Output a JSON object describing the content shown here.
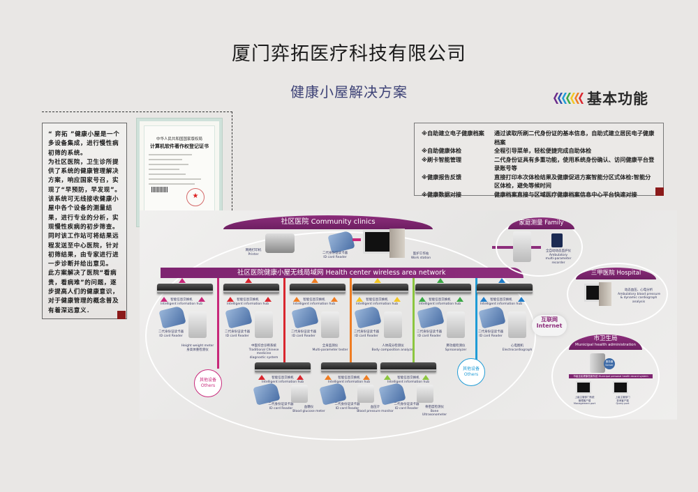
{
  "header": {
    "company": "厦门弈拓医疗科技有限公司",
    "subtitle": "健康小屋解决方案",
    "section_title": "基本功能",
    "chevron_colors": [
      "#6b2b8a",
      "#2a55b0",
      "#1e9bd6",
      "#3aa845",
      "#f3c623",
      "#ef7d22",
      "#d9262e"
    ]
  },
  "description": {
    "paragraphs": [
      "“ 弈拓 ”健康小屋是一个多设备集成，进行慢性病初筛的系统。",
      "为社区医院，卫生诊所提供了系统的健康管理解决方案，响应国家号召，实现了“早预防，早发现”。",
      "该系统可无线接收健康小屋中各个设备的测量结果，进行专业的分析，实现慢性疾病的初步筛查。",
      "同时该工作站可将结果远程发送至中心医院，针对初筛结果，由专家进行进一步诊断并给出意见。",
      "此方案解决了医院“看病贵，看病难”的问题，逐步提高人们的健康意识，对于健康管理的概念普及有着深远意义．"
    ]
  },
  "certificate": {
    "title_line1": "中华人民共和国国家版权局",
    "title_line2": "计算机软件著作权登记证书"
  },
  "functions": [
    {
      "key": "※自助建立电子健康档案",
      "value": "通过读取所刷二代身份证的基本信息，自助式建立居民电子健康档案"
    },
    {
      "key": "※自助健康体检",
      "value": "全程引导菜单，轻松便捷完成自助体检"
    },
    {
      "key": "※刷卡智能管理",
      "value": "二代身份证具有多重功能，使用系统身份确认、访问健康平台登录账号等"
    },
    {
      "key": "※健康报告反馈",
      "value": "直接打印本次体检结果及健康促进方案智能分区式体检:智能分区体检，避免等候时间"
    },
    {
      "key": "※健康数据对接",
      "value": "健康档案直接与区域医疗健康档案信息中心平台快速对接"
    }
  ],
  "diagram": {
    "community": {
      "title": "社区医院 Community clinics",
      "printer": "网络打印机\nPrinter",
      "reader": "二代身份证读卡器\nID card Reader",
      "workstation": "医护工作站\nWork station"
    },
    "network_title": "社区医院健康小屋无线局域网 Health center wireless area network",
    "family": {
      "title": "家庭测量 Family",
      "device": "全自动动态监护仪\nAmbulatory\nmulti-parameter\nrecorder"
    },
    "hospital": {
      "title": "三甲医院  Hospital",
      "device": "动态血压、心电分析\nAmbulatory blood pressure\n& dynamic cardiograph\nanalysis"
    },
    "internet": "互联网\nInternet",
    "municipal": {
      "title": "市卫生局",
      "subtitle": "Municipal health administration",
      "server": "服务器\nServer",
      "system": "市级全民健康档案系统 Municipal personal health record system",
      "mgmt": "上级主管部门系统\n管理客户端\nManagement port",
      "query": "上级主管部门\n查询客户端\nQuery port"
    },
    "hub_label": "智能信息交换机\nIntelligent information hub",
    "reader_label": "二代身份证读卡器\nID card Reader",
    "top_devices": [
      {
        "label": "Height weight meter\n身高体重检测仪",
        "color": "#c8287a"
      },
      {
        "label": "中医综合诊断系统\nTraditional Chinese\nmedicine\ndiagnostic system",
        "color": "#d9262e"
      },
      {
        "label": "全身监测仪\nMulti-parameter tester",
        "color": "#ef7d22"
      },
      {
        "label": "人体成分检测仪\nBody composition analyzer",
        "color": "#f3c623"
      },
      {
        "label": "肺功能检测仪\nSpiroanalyzer",
        "color": "#3aa845"
      },
      {
        "label": "心电图机\nElectrocardiograph",
        "color": "#1e7cc8"
      }
    ],
    "bottom_devices": [
      {
        "label": "血糖仪\nBlood glucose meter",
        "color": "#d9262e"
      },
      {
        "label": "血压计\nBlood pressure monitor",
        "color": "#ef7d22"
      },
      {
        "label": "骨密度检测仪\nBone\nUltrasonometer",
        "color": "#8cc63f"
      }
    ],
    "others_left": "其他设备\nOthers",
    "others_right": "其他设备\nOthers"
  }
}
